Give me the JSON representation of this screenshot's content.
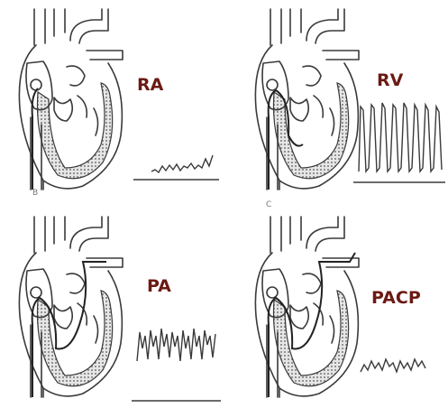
{
  "panels": [
    {
      "label": "RA",
      "sublabel": "B"
    },
    {
      "label": "RV",
      "sublabel": "C"
    },
    {
      "label": "PA",
      "sublabel": ""
    },
    {
      "label": "PACP",
      "sublabel": ""
    }
  ],
  "colors": {
    "label": "#6b1a14",
    "ink": "#3a3a3a"
  }
}
